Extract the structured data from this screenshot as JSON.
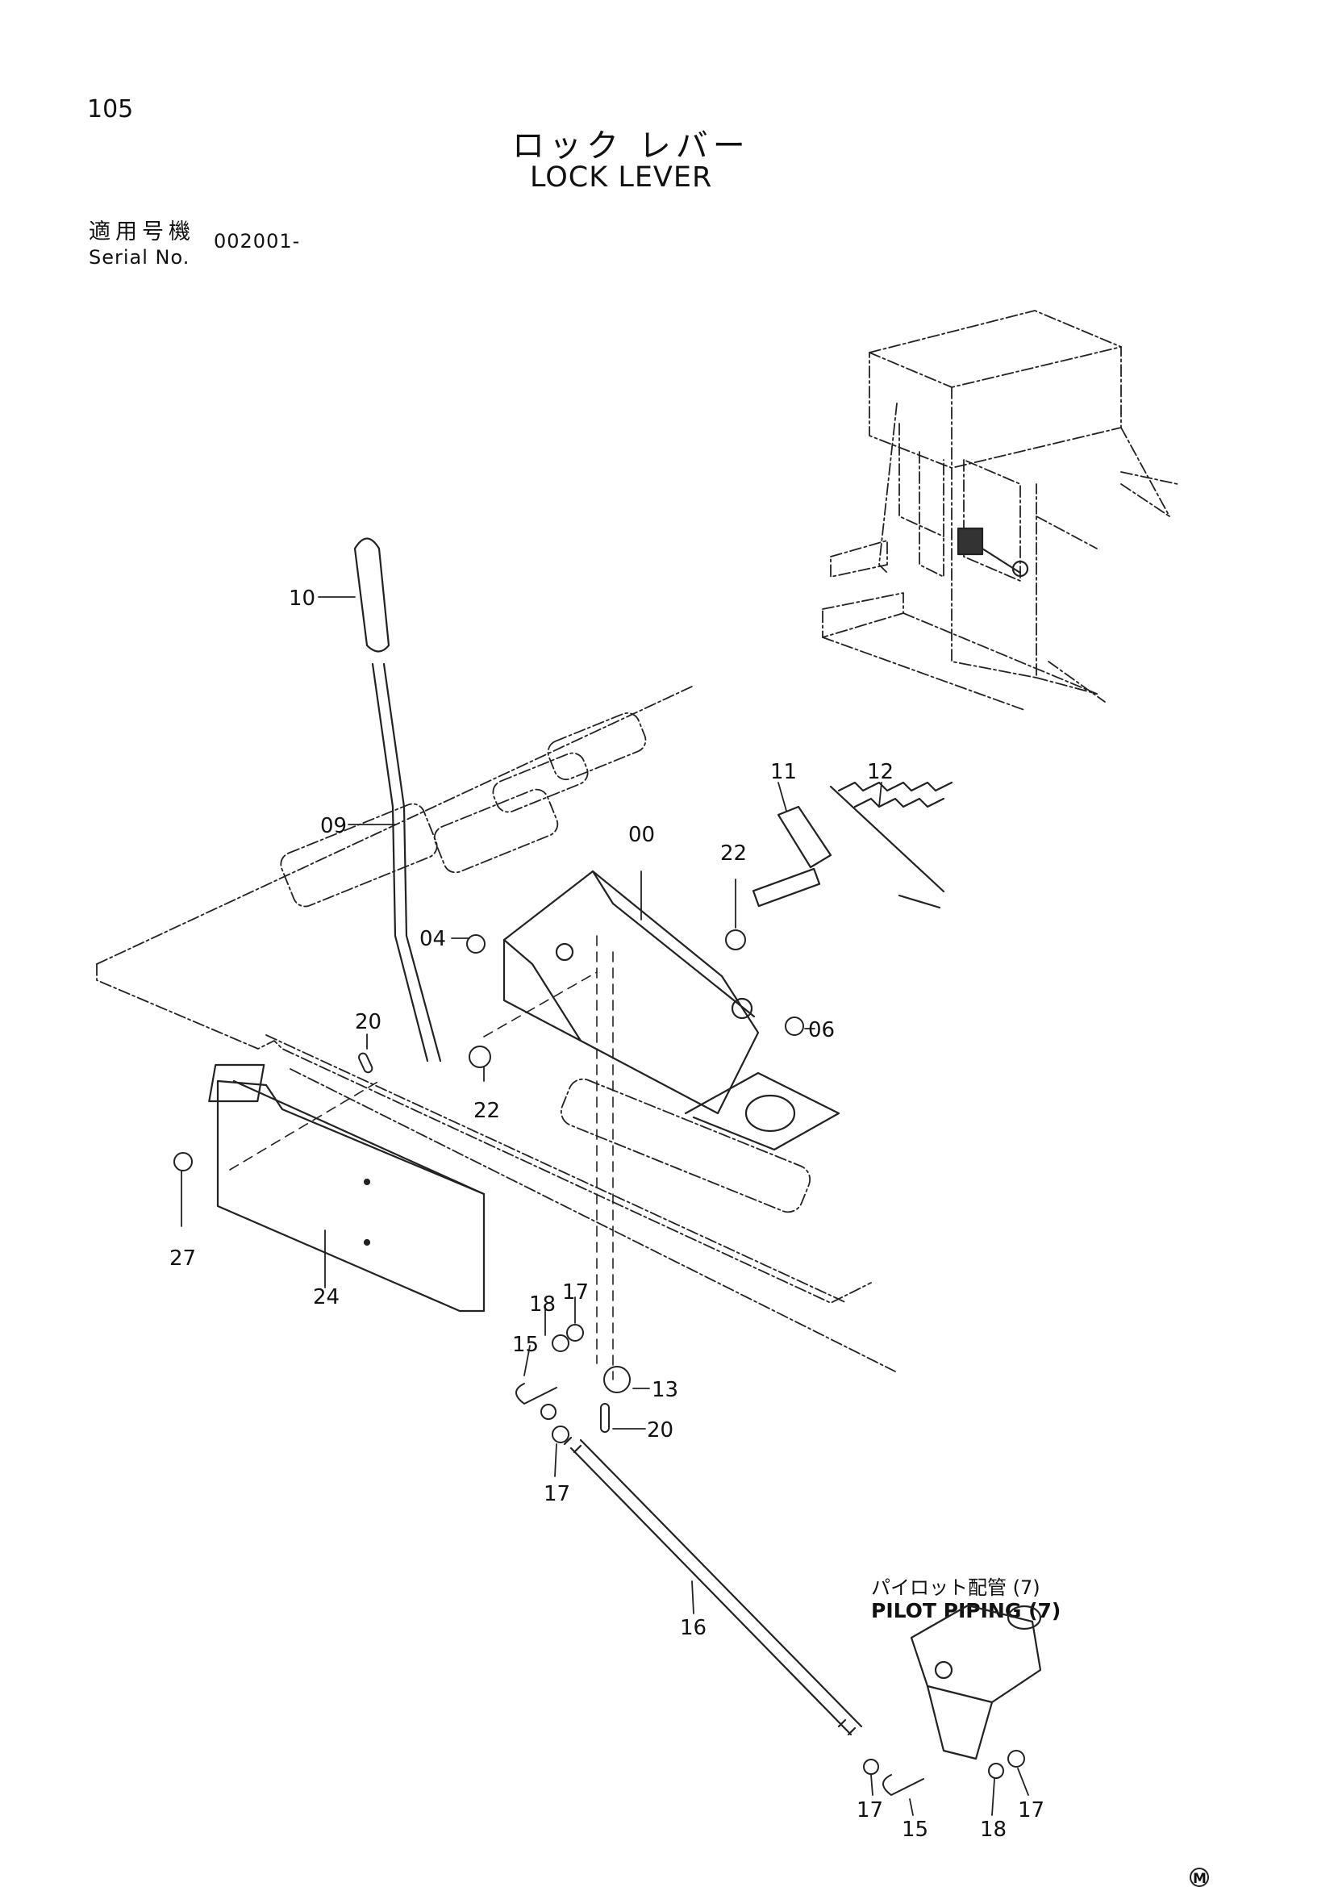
{
  "page": {
    "number": "105",
    "title_jp": "ロック レバー",
    "title_en": "LOCK LEVER"
  },
  "serial": {
    "label_jp": "適用号機",
    "label_en": "Serial No.",
    "value": "002001-"
  },
  "callouts": {
    "c00": "00",
    "c04": "04",
    "c06": "06",
    "c09": "09",
    "c10": "10",
    "c11": "11",
    "c12": "12",
    "c13": "13",
    "c15a": "15",
    "c15b": "15",
    "c16": "16",
    "c17a": "17",
    "c17b": "17",
    "c17c": "17",
    "c17d": "17",
    "c18a": "18",
    "c18b": "18",
    "c20a": "20",
    "c20b": "20",
    "c22a": "22",
    "c22b": "22",
    "c24": "24",
    "c27": "27"
  },
  "reference": {
    "label_jp": "パイロット配管 (7)",
    "label_en": "PILOT PIPING (7)"
  },
  "mark": "M"
}
